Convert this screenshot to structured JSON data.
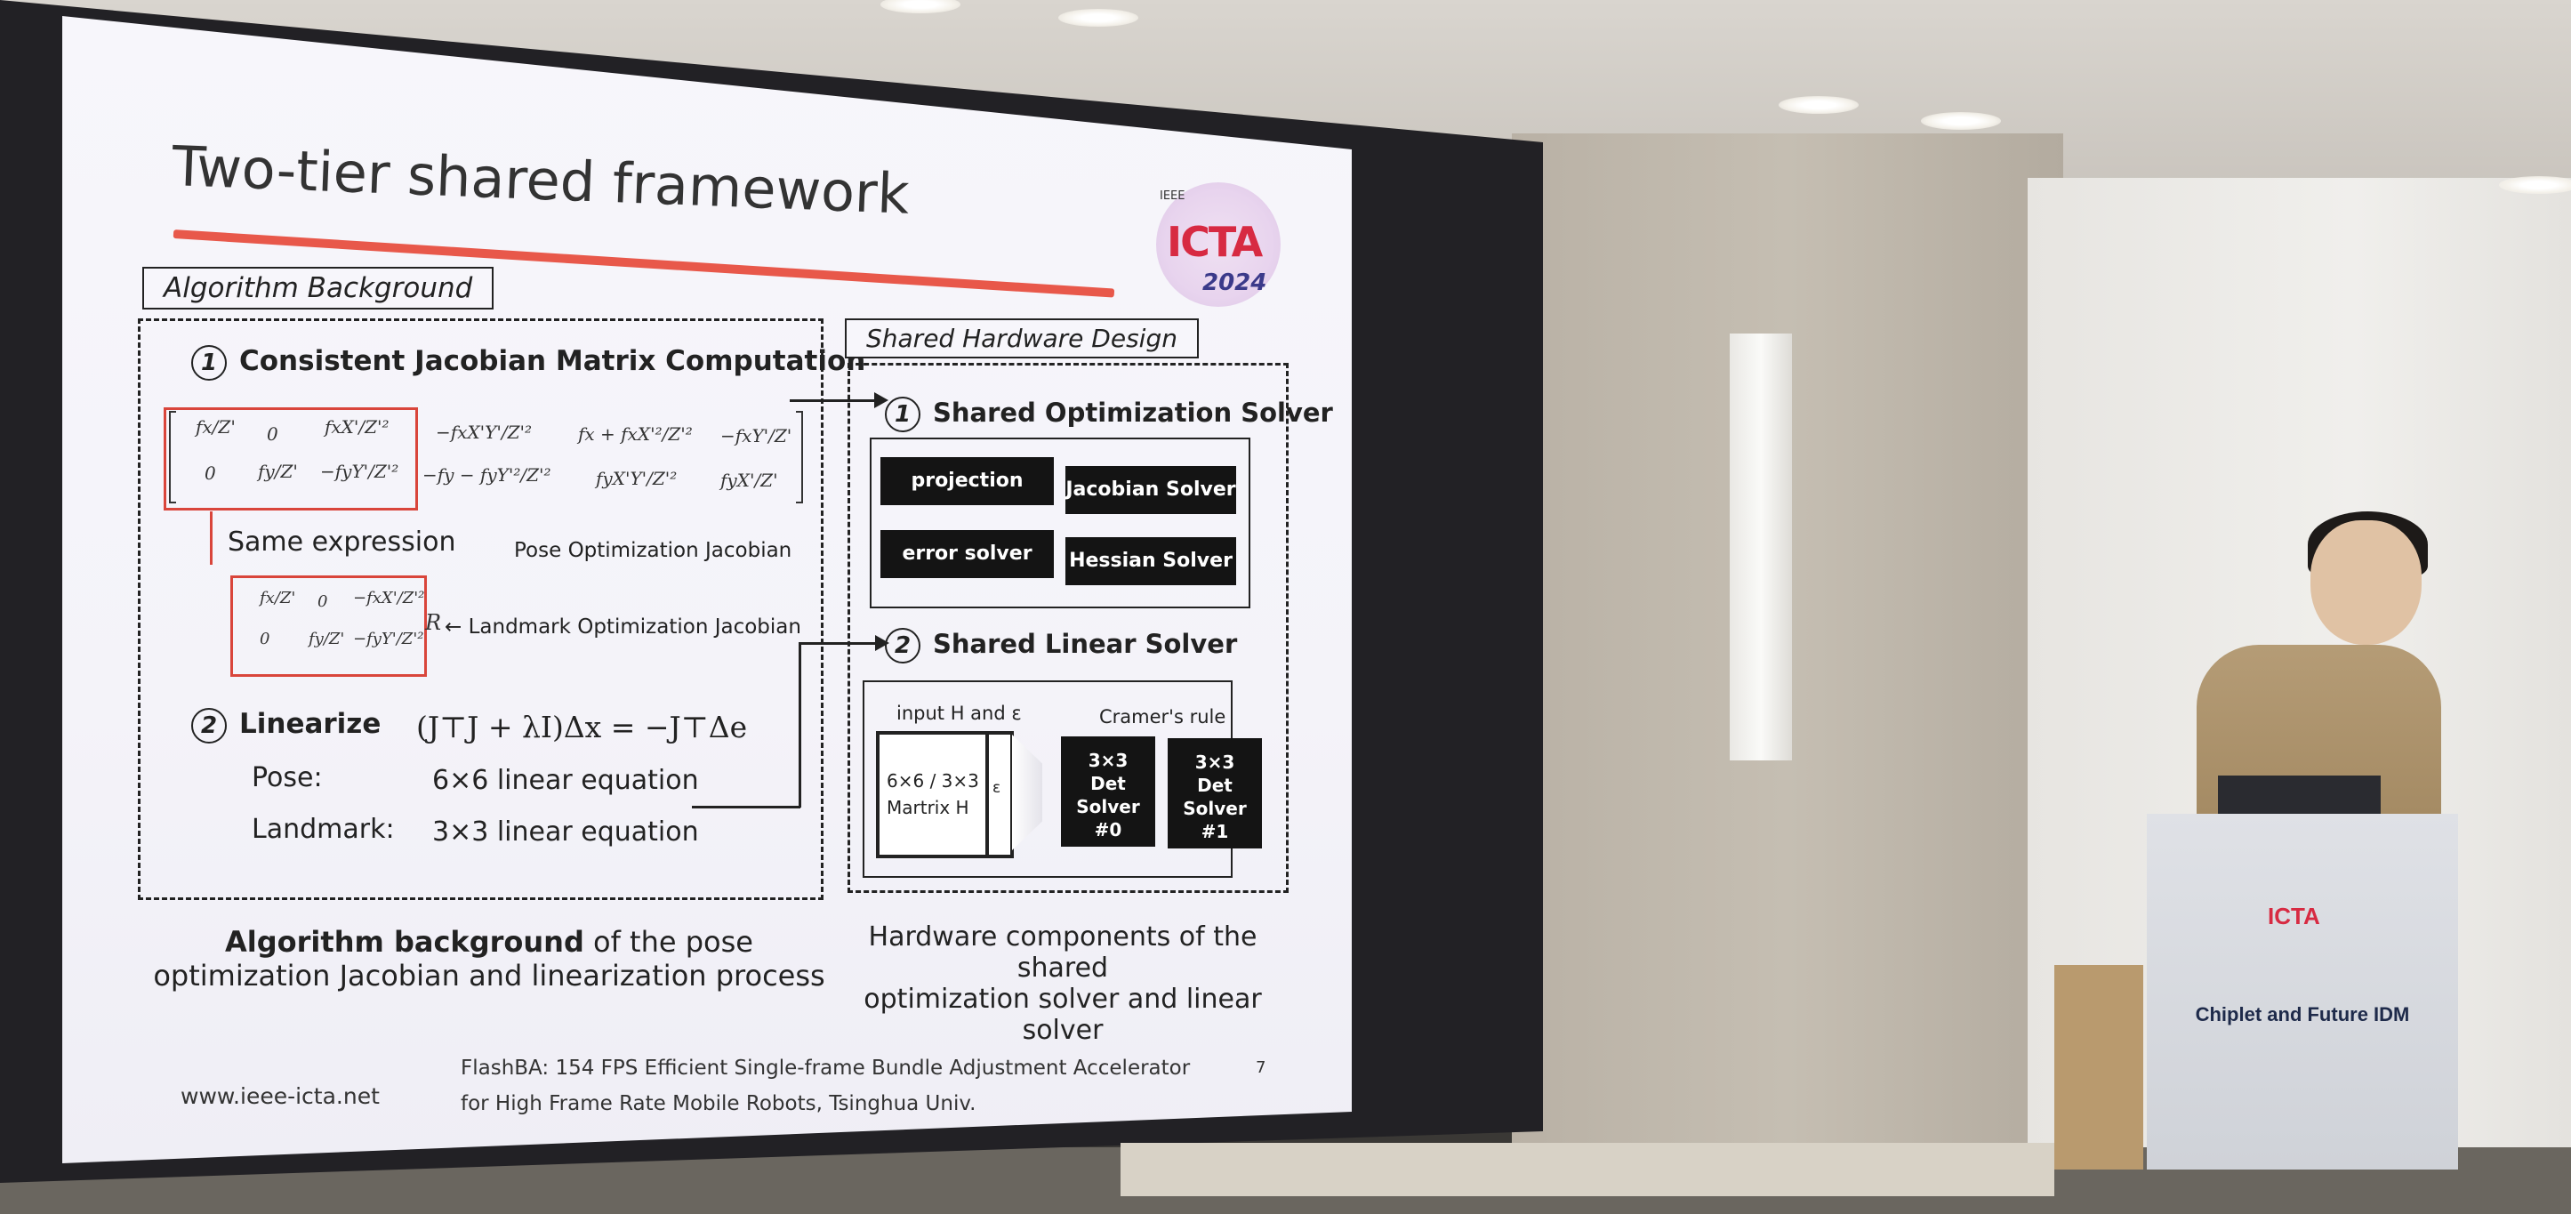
{
  "slide": {
    "title": "Two-tier shared framework",
    "logo": {
      "ieee": "IEEE",
      "name": "ICTA",
      "year": "2024"
    },
    "algorithm_box": {
      "label": "Algorithm Background",
      "item1_num": "1",
      "item1_title": "Consistent Jacobian Matrix Computation",
      "same_expression": "Same expression",
      "pose_jacobian": "Pose Optimization Jacobian",
      "landmark_jacobian": "Landmark Optimization Jacobian",
      "landmark_R": "R",
      "item2_num": "2",
      "item2_title": "Linearize",
      "equation": "(J⊤J + λI)Δx = −J⊤Δe",
      "pose_label": "Pose:",
      "pose_value": "6×6 linear equation",
      "landmark_label": "Landmark:",
      "landmark_value": "3×3 linear equation"
    },
    "hardware_box": {
      "label": "Shared Hardware Design",
      "item1_num": "1",
      "item1_title": "Shared Optimization Solver",
      "blocks": [
        "projection",
        "Jacobian Solver",
        "error solver",
        "Hessian Solver"
      ],
      "item2_num": "2",
      "item2_title": "Shared Linear Solver",
      "input_label": "input H and ε",
      "cramer_label": "Cramer's rule",
      "matrix_label_1": "6×6 / 3×3",
      "matrix_label_2": "Martrix H",
      "epsilon": "ε",
      "det0": [
        "3×3",
        "Det Solver",
        "#0"
      ],
      "det1": [
        "3×3",
        "Det Solver",
        "#1"
      ]
    },
    "caption_left_bold": "Algorithm background",
    "caption_left_rest": " of the pose",
    "caption_left_line2": "optimization Jacobian and linearization process",
    "caption_right_line1": "Hardware components of the shared",
    "caption_right_line2": "optimization solver and linear solver",
    "footer_url": "www.ieee-icta.net",
    "footer_paper_line1": "FlashBA: 154 FPS Efficient Single-frame Bundle Adjustment Accelerator",
    "footer_paper_line2": "for High Frame Rate Mobile Robots, Tsinghua Univ.",
    "page_number": "7",
    "matrix_top": {
      "r1": [
        "fx/Z'",
        "0",
        "fxX'/Z'²",
        "−fxX'Y'/Z'²",
        "fx + fxX'²/Z'²",
        "−fxY'/Z'"
      ],
      "r2": [
        "0",
        "fy/Z'",
        "−fyY'/Z'²",
        "−fy − fyY'²/Z'²",
        "fyX'Y'/Z'²",
        "fyX'/Z'"
      ]
    },
    "matrix_bottom": {
      "r1": [
        "fx/Z'",
        "0",
        "−fxX'/Z'²"
      ],
      "r2": [
        "0",
        "fy/Z'",
        "−fyY'/Z'²"
      ]
    }
  },
  "podium": {
    "logo": "ICTA",
    "event": "Chiplet and Future IDM"
  },
  "colors": {
    "accent_red": "#e8584a",
    "slide_bg": "#f5f4fa",
    "block_black": "#141414"
  }
}
